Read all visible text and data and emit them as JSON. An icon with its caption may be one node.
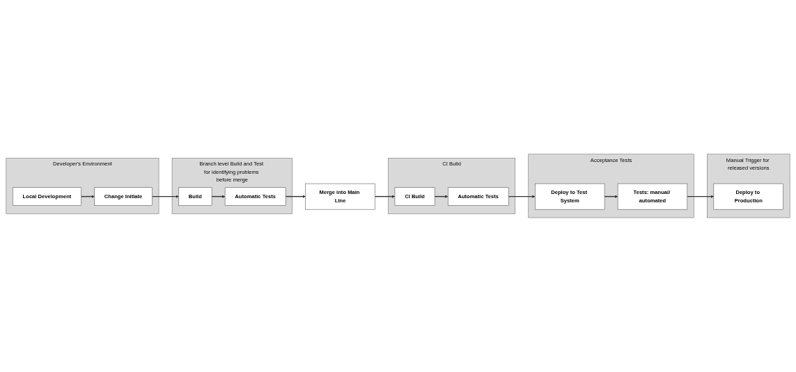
{
  "diagram": {
    "nodes": [
      {
        "text": [
          "Developer's Environment"
        ]
      },
      {
        "text": [
          "Local Development"
        ],
        "in": 0
      },
      {
        "text": [
          "Change Initiate"
        ],
        "in": 0
      },
      {
        "text": [
          "Branch level Build and Test for identifying problems before merge"
        ]
      },
      {
        "text": [
          "Build"
        ],
        "in": 3
      },
      {
        "text": [
          "Automatic Tests"
        ],
        "in": 3
      },
      {
        "text": [
          "Merge into Main Line"
        ]
      },
      {
        "text": [
          "CI Build"
        ]
      },
      {
        "text": [
          "CI Build"
        ],
        "in": 7
      },
      {
        "text": [
          "Automatic Tests"
        ],
        "in": 7
      },
      {
        "text": [
          "Acceptance Tests"
        ]
      },
      {
        "text": [
          "Deploy to Test System"
        ],
        "in": 10
      },
      {
        "text": [
          "Tests: manual/ automated"
        ],
        "in": 10
      },
      {
        "text": [
          "Manual Trigger for released versions"
        ]
      },
      {
        "text": [
          "Deploy to Production"
        ],
        "in": 13
      }
    ],
    "edges": [
      {
        "from": 1,
        "to": 2,
        "arrow": "to"
      },
      {
        "from": 2,
        "to": 4,
        "arrow": "to"
      },
      {
        "from": 4,
        "to": 5,
        "arrow": "to"
      },
      {
        "from": 5,
        "to": 6,
        "arrow": "to"
      },
      {
        "from": 6,
        "to": 8,
        "arrow": "to"
      },
      {
        "from": 8,
        "to": 9,
        "arrow": "to"
      },
      {
        "from": 9,
        "to": 11,
        "arrow": "to"
      },
      {
        "from": 11,
        "to": 12,
        "arrow": "to"
      },
      {
        "from": 12,
        "to": 14,
        "arrow": "to"
      }
    ]
  }
}
